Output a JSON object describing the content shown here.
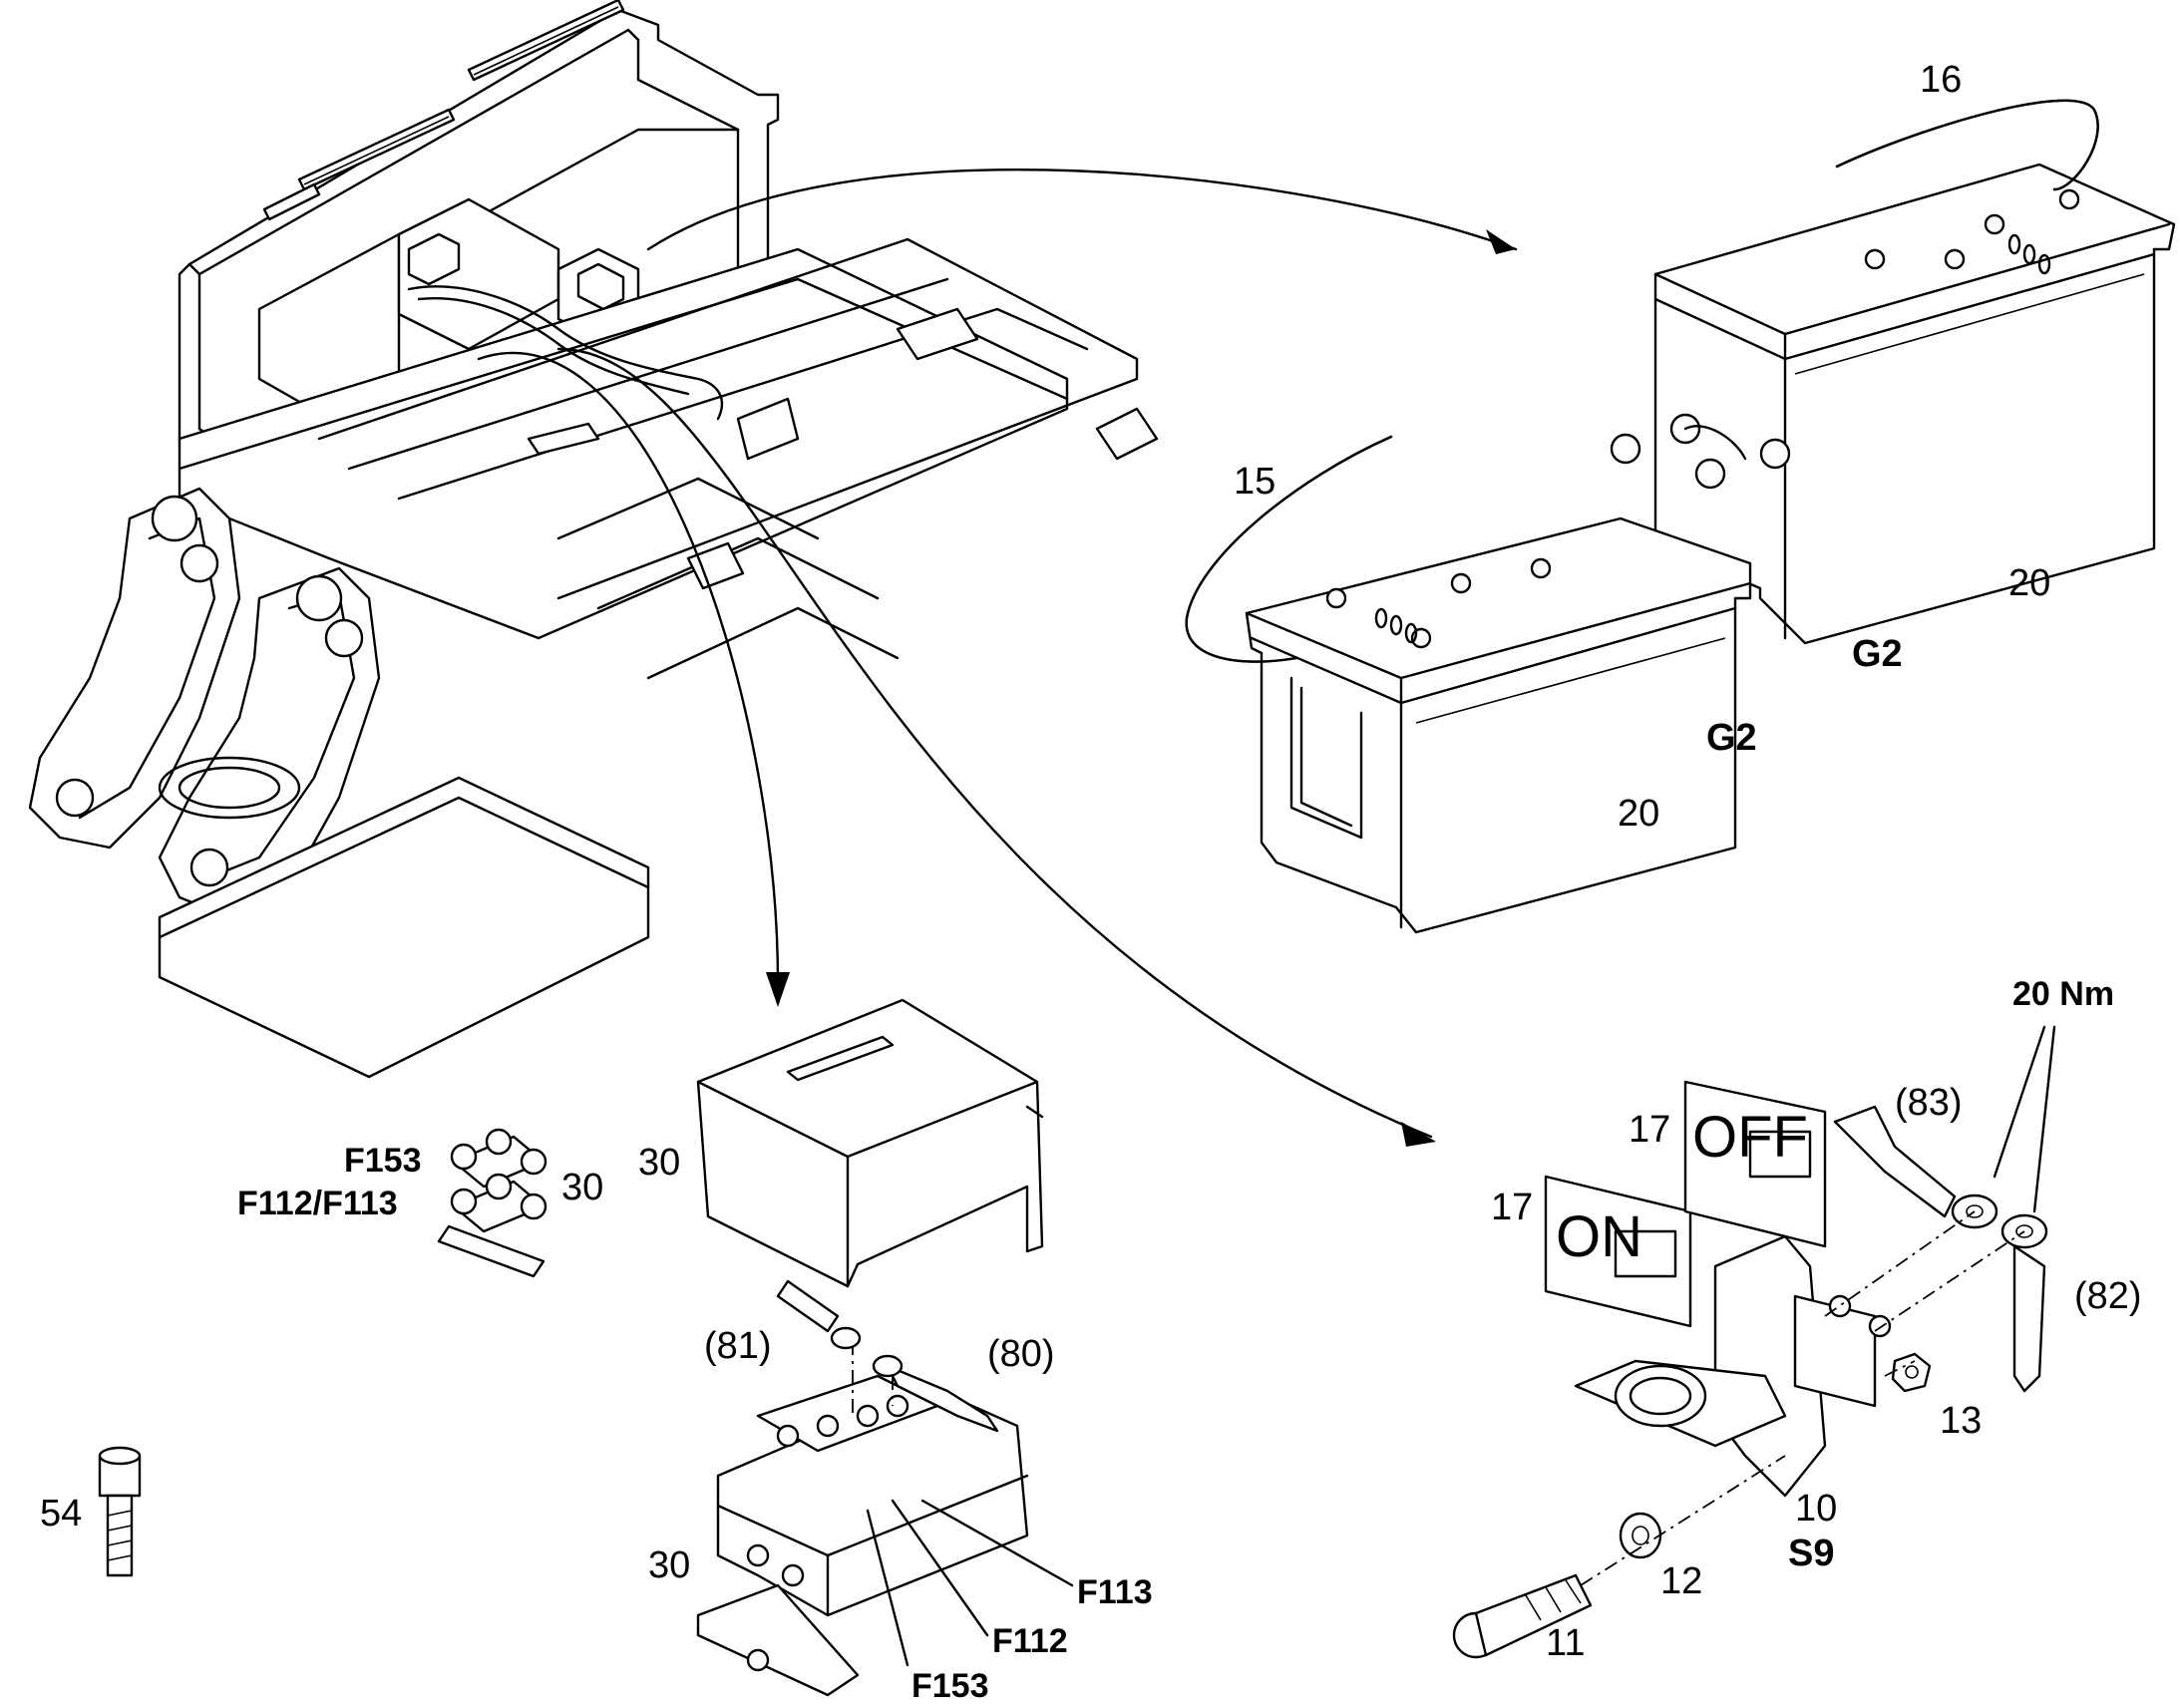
{
  "callouts": {
    "c16": "16",
    "c15": "15",
    "c20a": "20",
    "c20b": "20",
    "g2a": "G2",
    "g2b": "G2",
    "c30a": "30",
    "c30b": "30",
    "c30c": "30",
    "f153a": "F153",
    "f112_113": "F112/F113",
    "c54": "54",
    "c81": "(81)",
    "c80": "(80)",
    "f113": "F113",
    "f112": "F112",
    "f153b": "F153",
    "nm20": "20 Nm",
    "c83": "(83)",
    "c82": "(82)",
    "c17a": "17",
    "c17b": "17",
    "c13": "13",
    "c10": "10",
    "s9": "S9",
    "c12": "12",
    "c11": "11"
  },
  "plates": {
    "on_text": "ON",
    "off_text": "OFF"
  },
  "colors": {
    "line": "#000000",
    "background": "#ffffff"
  }
}
